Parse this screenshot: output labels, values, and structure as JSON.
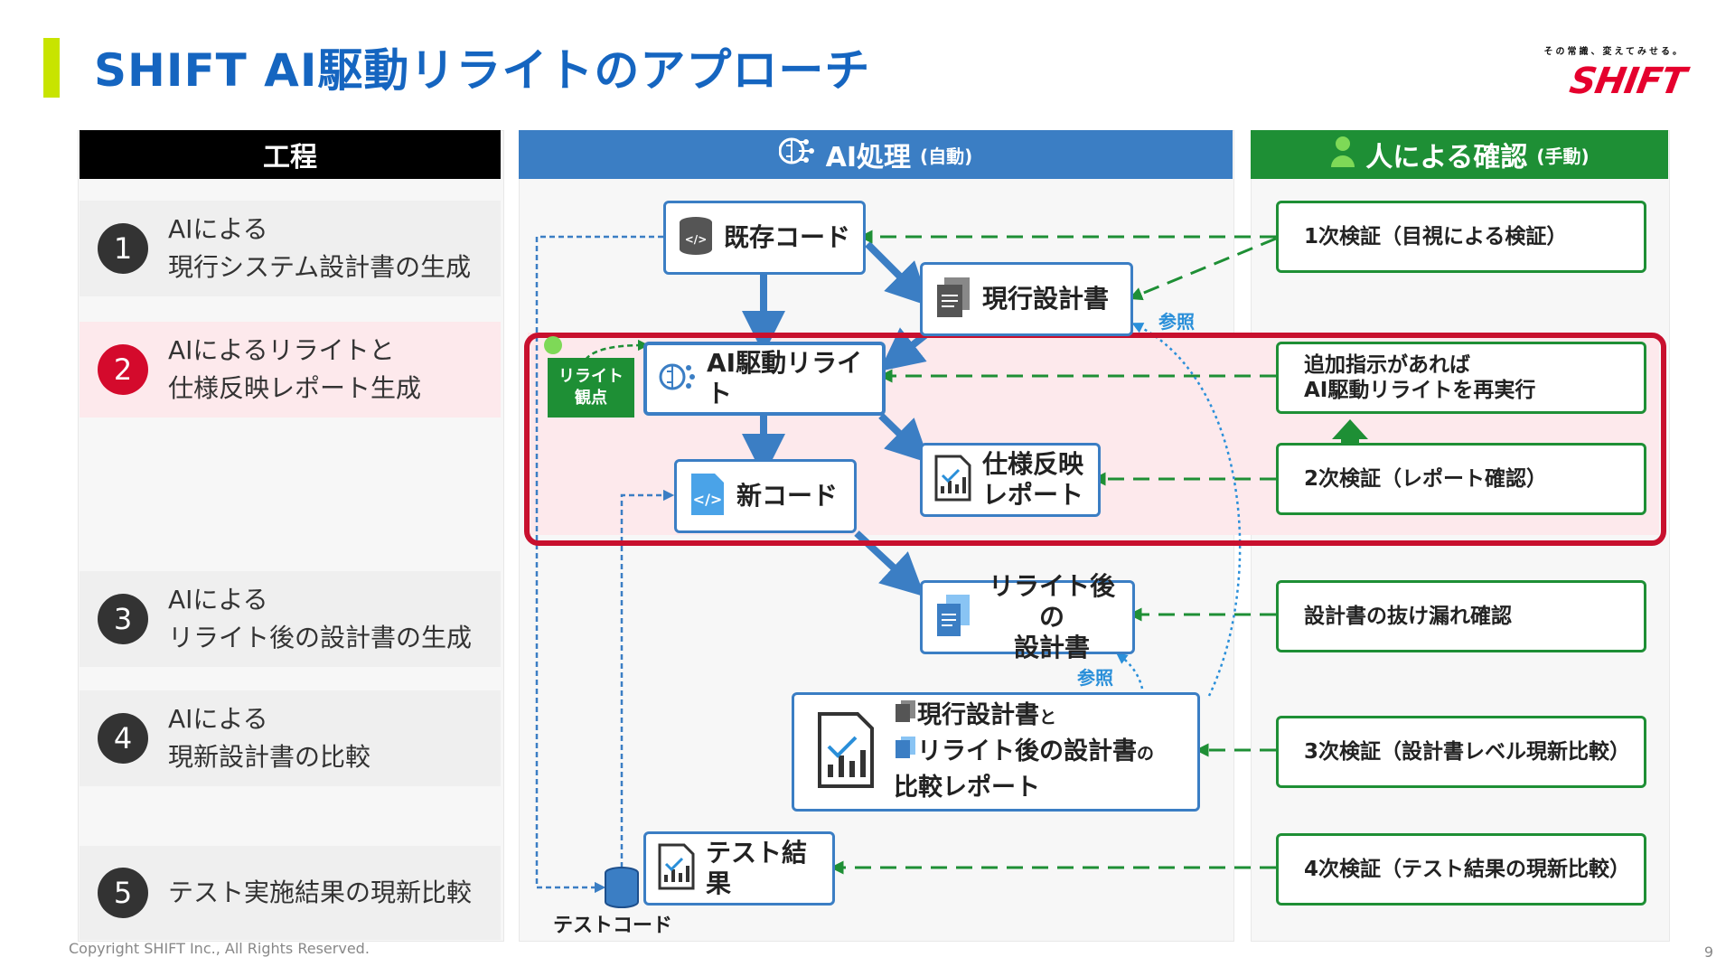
{
  "header": {
    "title": "SHIFT AI駆動リライトのアプローチ",
    "logo_slogan": "その常識、変えてみせる。",
    "logo_text": "SHIFT"
  },
  "columns": {
    "process": "工程",
    "ai": "AI処理",
    "ai_sub": "(自動)",
    "human": "人による確認",
    "human_sub": "(手動)"
  },
  "steps": [
    {
      "num": "1",
      "text": "AIによる\n現行システム設計書の生成"
    },
    {
      "num": "2",
      "text": "AIによるリライトと\n仕様反映レポート生成"
    },
    {
      "num": "3",
      "text": "AIによる\nリライト後の設計書の生成"
    },
    {
      "num": "4",
      "text": "AIによる\n現新設計書の比較"
    },
    {
      "num": "5",
      "text": "テスト実施結果の現新比較"
    }
  ],
  "nodes": {
    "existing_code": "既存コード",
    "current_design": "現行設計書",
    "ai_rewrite": "AI駆動リライト",
    "new_code": "新コード",
    "spec_report": "仕様反映\nレポート",
    "rewritten_design": "リライト後の\n設計書",
    "compare_line1a": "現行設計書",
    "compare_line1b": "と",
    "compare_line2a": "リライト後の設計書",
    "compare_line2b": "の",
    "compare_line3": "比較レポート",
    "test_result": "テスト結果",
    "test_code": "テストコード",
    "rewrite_viewpoint": "リライト\n観点",
    "ref1": "参照",
    "ref2": "参照"
  },
  "checks": [
    "1次検証（目視による検証）",
    "追加指示があれば\nAI駆動リライトを再実行",
    "2次検証（レポート確認）",
    "設計書の抜け漏れ確認",
    "3次検証（設計書レベル現新比較）",
    "4次検証（テスト結果の現新比較）"
  ],
  "footer": {
    "copyright": "Copyright SHIFT Inc., All Rights Reserved.",
    "page": "9"
  },
  "colors": {
    "title": "#1565c0",
    "accent": "#c8e400",
    "ai_header": "#3b7ec4",
    "human_header": "#1e8f35",
    "highlight": "#c8102e",
    "brand": "#e5002d"
  },
  "icons": [
    "database-icon",
    "document-stack-icon",
    "ai-brain-icon",
    "code-file-icon",
    "report-chart-icon",
    "document-blue-icon",
    "person-icon",
    "up-arrow-icon"
  ]
}
